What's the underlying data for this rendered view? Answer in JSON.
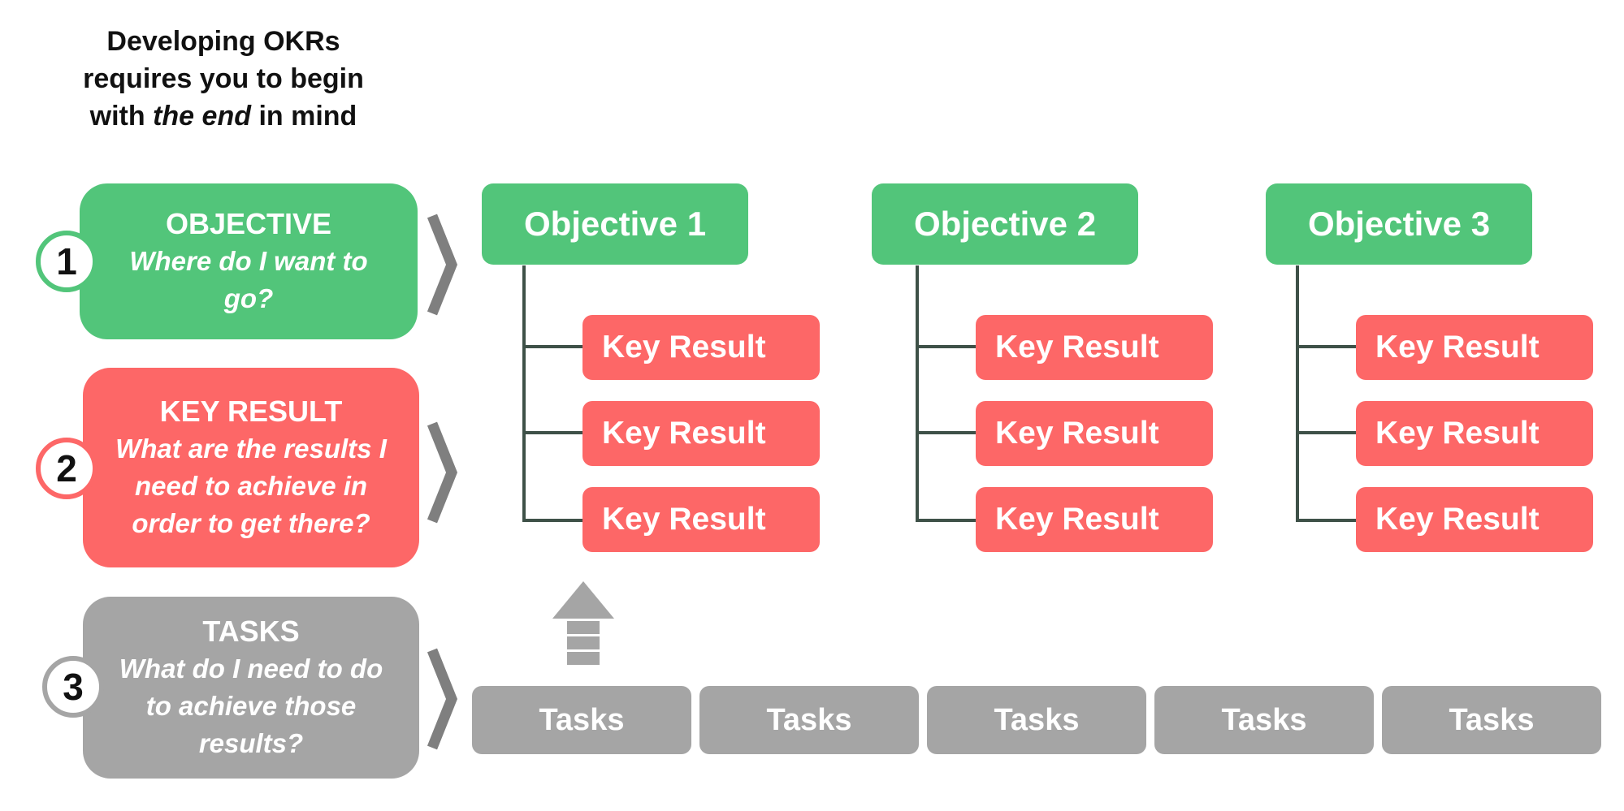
{
  "heading": {
    "line1": "Developing OKRs",
    "line2": "requires you to begin",
    "line3_pre": "with ",
    "line3_em": "the end",
    "line3_post": " in mind"
  },
  "legend": [
    {
      "number": "1",
      "title": "OBJECTIVE",
      "subtitle": "Where do I want to go?",
      "color": "#52c57a"
    },
    {
      "number": "2",
      "title": "KEY RESULT",
      "subtitle": "What are the results I need to achieve in order to get there?",
      "color": "#fd6767"
    },
    {
      "number": "3",
      "title": "TASKS",
      "subtitle": "What do I need to do to achieve those results?",
      "color": "#a5a5a5"
    }
  ],
  "objectives": [
    {
      "label": "Objective 1",
      "key_results": [
        "Key Result",
        "Key Result",
        "Key Result"
      ]
    },
    {
      "label": "Objective 2",
      "key_results": [
        "Key Result",
        "Key Result",
        "Key Result"
      ]
    },
    {
      "label": "Objective 3",
      "key_results": [
        "Key Result",
        "Key Result",
        "Key Result"
      ]
    }
  ],
  "tasks": [
    "Tasks",
    "Tasks",
    "Tasks",
    "Tasks",
    "Tasks"
  ],
  "icons": {
    "chevron": "chevron-right-icon",
    "arrow": "arrow-up-icon"
  },
  "colors": {
    "objective": "#52c57a",
    "key_result": "#fd6767",
    "task": "#a5a5a5",
    "connector": "#3e5148",
    "chevron": "#7f7f7f"
  }
}
